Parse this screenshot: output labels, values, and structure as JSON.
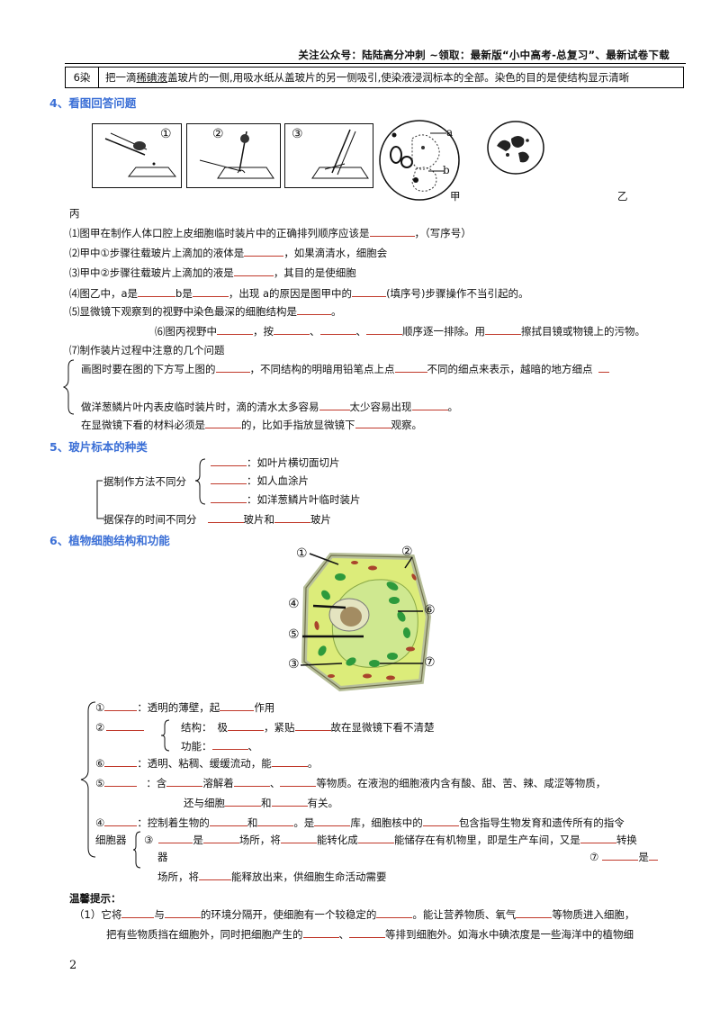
{
  "header": "关注公众号：陆陆高分冲刺 ~领取：最新版“小中高考-总复习”、最新试卷下载",
  "table_row": {
    "step": "6染",
    "text_pre": "把一滴",
    "text_underlined": "稀碘液",
    "text_post": "盖玻片的一侧,用吸水纸从盖玻片的另一侧吸引,使染液浸润标本的全部。染色的目的是使结构显示清晰"
  },
  "section4": {
    "title": "4、看图回答问题",
    "fig_nums": [
      "①",
      "②",
      "③"
    ],
    "fig_labels": [
      "a",
      "b"
    ],
    "captions": [
      "甲",
      "乙",
      "丙"
    ],
    "q1_pre": "⑴图甲在制作人体口腔上皮细胞临时装片中的正确排列顺序应该是",
    "q1_post": "，（写序号）",
    "q2_pre": "⑵甲中①步骤往载玻片上滴加的液体是",
    "q2_post": "，如果滴清水，细胞会",
    "q3_pre": "⑶甲中②步骤往载玻片上滴加的液是",
    "q3_post": "，其目的是使细胞",
    "q4_a": "⑷图乙中，a是",
    "q4_b": "b是",
    "q4_c": "，出现 a的原因是图甲中的",
    "q4_d": "(填序号)步骤操作不当引起的。",
    "q5_pre": "⑸显微镜下观察到的视野中染色最深的细胞结构是",
    "q5_post": "。",
    "q6_a": "⑹图丙视野中",
    "q6_b": "，按",
    "q6_c": "、",
    "q6_d": "、",
    "q6_e": "顺序逐一排除。用",
    "q6_f": "擦拭目镜或物镜上的污物。",
    "q7": "⑺制作装片过程中注意的几个问题",
    "n1_a": "画图时要在图的下方写上图的",
    "n1_b": "，不同结构的明暗用铅笔点上点",
    "n1_c": "不同的细点来表示，越暗的地方细点",
    "n2_a": "做洋葱鳞片叶内表皮临时装片时，滴的清水太多容易",
    "n2_b": "太少容易出现",
    "n2_c": "。",
    "n3_a": "在显微镜下看的材料必须是",
    "n3_b": "的，比如手指放显微镜下",
    "n3_c": "观察。"
  },
  "section5": {
    "title": "5、玻片标本的种类",
    "by_method": "据制作方法不同分",
    "item1": "：如叶片横切面切片",
    "item2": "：如人血涂片",
    "item3": "：如洋葱鳞片叶临时装片",
    "by_time": "据保存的时间不同分",
    "time_a": "玻片和",
    "time_b": "玻片"
  },
  "section6": {
    "title": "6、植物细胞结构和功能",
    "nums": [
      "①",
      "②",
      "③",
      "④",
      "⑤",
      "⑥",
      "⑦"
    ],
    "l1_a": "①",
    "l1_b": "：透明的薄壁，起",
    "l1_c": "作用",
    "l2": "②",
    "l2_s1_a": "结构：",
    "l2_s1_b": "极",
    "l2_s1_c": "，紧贴",
    "l2_s1_d": "故在显微镜下看不清楚",
    "l2_s2_a": "功能：",
    "l2_s2_b": "、",
    "l3_a": "⑥",
    "l3_b": "：透明、粘稠、缓缓流动，能",
    "l3_c": "。",
    "l4_a": "⑤",
    "l4_b": "：含",
    "l4_c": "溶解着",
    "l4_d": "、",
    "l4_e": "等物质。在液泡的细胞液内含有酸、甜、苦、辣、咸涩等物质，",
    "l4_f": "还与细胞",
    "l4_g": "和",
    "l4_h": "有关。",
    "l5_a": "④",
    "l5_b": "：控制着生物的",
    "l5_c": "和",
    "l5_d": "。是",
    "l5_e": "库，细胞核中的",
    "l5_f": "包含指导生物发育和遗传所有的指令",
    "l6_a": "细胞器",
    "l6_b": "③",
    "l6_c": "是",
    "l6_d": "场所，将",
    "l6_e": "能转化成",
    "l6_f": "能储存在有机物里，即是生产车间，又是",
    "l6_g": "转换",
    "l6_h": "器",
    "l6_i": "⑦",
    "l6_j": "是",
    "l7_a": "场所，将",
    "l7_b": "能释放出来，供细胞生命活动需要"
  },
  "tips": {
    "title": "温馨提示：",
    "t1_a": "（1）它将",
    "t1_b": "与",
    "t1_c": "的环境分隔开，使细胞有一个较稳定的",
    "t1_d": "。能让营养物质、氧气",
    "t1_e": "等物质进入细胞，",
    "t2_a": "把有些物质挡在细胞外，同时把细胞产生的",
    "t2_b": "、",
    "t2_c": "等排到细胞外。如海水中碘浓度是一些海洋中的植物细"
  },
  "page_number": "2"
}
